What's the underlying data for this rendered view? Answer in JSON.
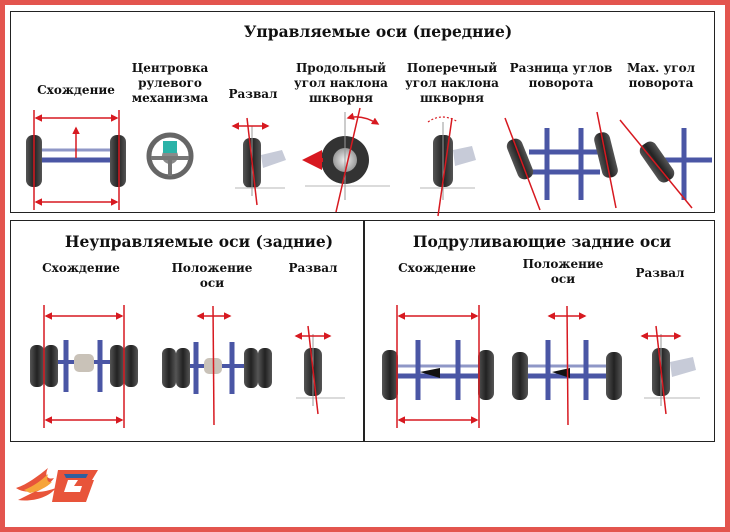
{
  "front": {
    "title": "Управляемые оси (передние)",
    "labels": {
      "toe": "Схождение",
      "centering": "Центровка\nрулевого\nмеханизма",
      "camber": "Развал",
      "caster": "Продольный\nугол наклона\nшкворня",
      "kpi": "Поперечный\nугол наклона\nшкворня",
      "toe_out": "Разница углов\nповорота",
      "max_angle": "Max. угол\nповорота"
    }
  },
  "rear": {
    "title": "Неуправляемые оси (задние)",
    "labels": {
      "toe": "Схождение",
      "thrust": "Положение\nоси",
      "camber": "Развал"
    }
  },
  "steer_rear": {
    "title": "Подруливающие задние оси",
    "labels": {
      "toe": "Схождение",
      "thrust": "Положение\nоси",
      "camber": "Развал"
    }
  },
  "colors": {
    "accent": "#d71920",
    "frame": "#e3554e",
    "axle": "#4a56a5",
    "tire": "#3a3a3a"
  },
  "logo": {
    "icon": "flame-g-logo-icon"
  }
}
